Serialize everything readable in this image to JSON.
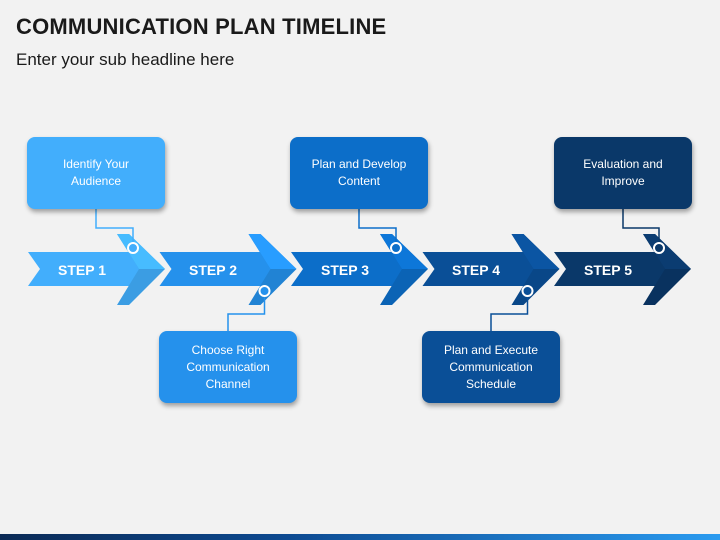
{
  "title": "COMMUNICATION PLAN TIMELINE",
  "subtitle": "Enter your sub headline here",
  "steps": [
    {
      "label": "STEP 1",
      "text": "Identify Your Audience",
      "position": "above",
      "color": "#42aefc"
    },
    {
      "label": "STEP 2",
      "text": "Choose Right Communication Channel",
      "position": "below",
      "color": "#2591ec"
    },
    {
      "label": "STEP 3",
      "text": "Plan and Develop Content",
      "position": "above",
      "color": "#0c6ec9"
    },
    {
      "label": "STEP 4",
      "text": "Plan and Execute Communication Schedule",
      "position": "below",
      "color": "#0a4f97"
    },
    {
      "label": "STEP 5",
      "text": "Evaluation and Improve",
      "position": "above",
      "color": "#0a3869"
    }
  ]
}
